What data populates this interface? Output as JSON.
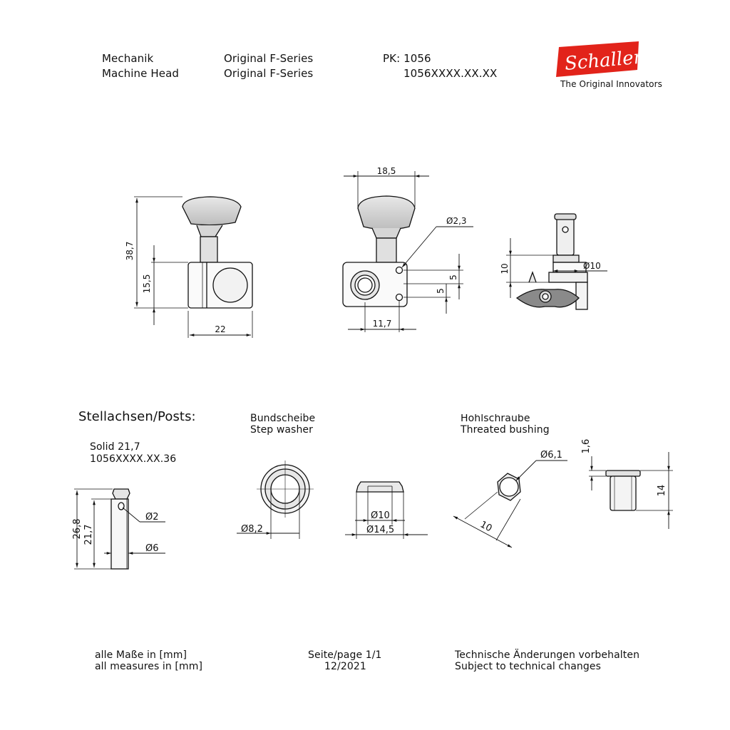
{
  "header": {
    "label_de": "Mechanik",
    "label_en": "Machine Head",
    "series_de": "Original F-Series",
    "series_en": "Original F-Series",
    "pk": "PK: 1056",
    "article": "1056XXXX.XX.XX"
  },
  "logo": {
    "name": "Schaller",
    "tagline": "The Original Innovators",
    "color": "#e2231a"
  },
  "views": {
    "side": {
      "height_total": "38,7",
      "height_body": "15,5",
      "width": "22"
    },
    "front": {
      "knob_width": "18,5",
      "hole_dia": "Ø2,3",
      "spacing_top": "5",
      "spacing_bottom": "5",
      "offset": "11,7"
    },
    "top": {
      "height": "10",
      "bushing_dia": "Ø10"
    }
  },
  "posts": {
    "heading": "Stellachsen/Posts:",
    "variant": "Solid 21,7",
    "variant_article": "1056XXXX.XX.36",
    "length_total": "26,8",
    "length": "21,7",
    "hole_dia": "Ø2",
    "shaft_dia": "Ø6"
  },
  "washer": {
    "label_de": "Bundscheibe",
    "label_en": "Step washer",
    "inner_dia": "Ø8,2",
    "dia_10": "Ø10",
    "dia_145": "Ø14,5"
  },
  "bushing": {
    "label_de": "Hohlschraube",
    "label_en": "Threated bushing",
    "dia": "Ø6,1",
    "hex": "10",
    "collar": "1,6",
    "height": "14"
  },
  "footer": {
    "measures_de": "alle Maße in [mm]",
    "measures_en": "all measures in [mm]",
    "page": "Seite/page 1/1",
    "date": "12/2021",
    "changes_de": "Technische Änderungen vorbehalten",
    "changes_en": "Subject to technical changes"
  }
}
